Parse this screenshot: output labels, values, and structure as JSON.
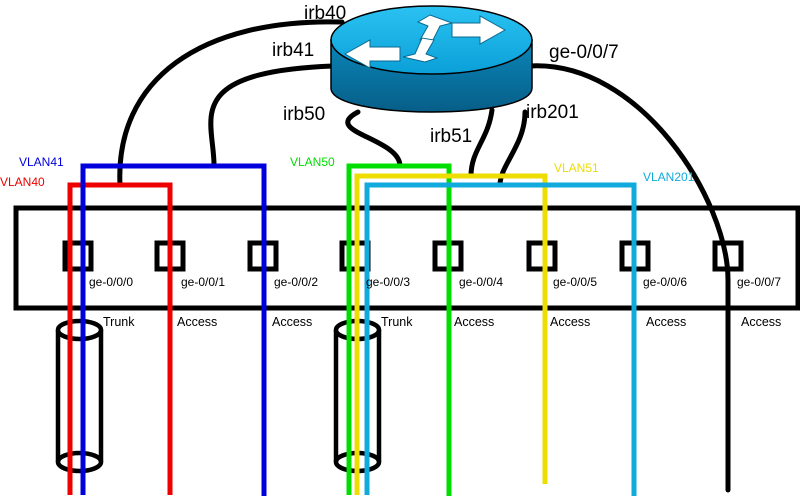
{
  "router": {
    "interfaces": [
      "irb40",
      "irb41",
      "irb50",
      "irb51",
      "irb201",
      "ge-0/0/7"
    ]
  },
  "vlans": [
    {
      "label": "VLAN41",
      "color": "#0000dd"
    },
    {
      "label": "VLAN40",
      "color": "#ee0000"
    },
    {
      "label": "VLAN50",
      "color": "#00dd00"
    },
    {
      "label": "VLAN51",
      "color": "#eedd00"
    },
    {
      "label": "VLAN201",
      "color": "#11aadd"
    }
  ],
  "switch": {
    "ports": [
      {
        "name": "ge-0/0/0",
        "mode": "Trunk"
      },
      {
        "name": "ge-0/0/1",
        "mode": "Access"
      },
      {
        "name": "ge-0/0/2",
        "mode": "Access"
      },
      {
        "name": "ge-0/0/3",
        "mode": "Trunk"
      },
      {
        "name": "ge-0/0/4",
        "mode": "Access"
      },
      {
        "name": "ge-0/0/5",
        "mode": "Access"
      },
      {
        "name": "ge-0/0/6",
        "mode": "Access"
      },
      {
        "name": "ge-0/0/7",
        "mode": "Access"
      }
    ]
  },
  "icons": {
    "router": "router-icon",
    "trunk_cable": "cable-bundle-icon"
  }
}
